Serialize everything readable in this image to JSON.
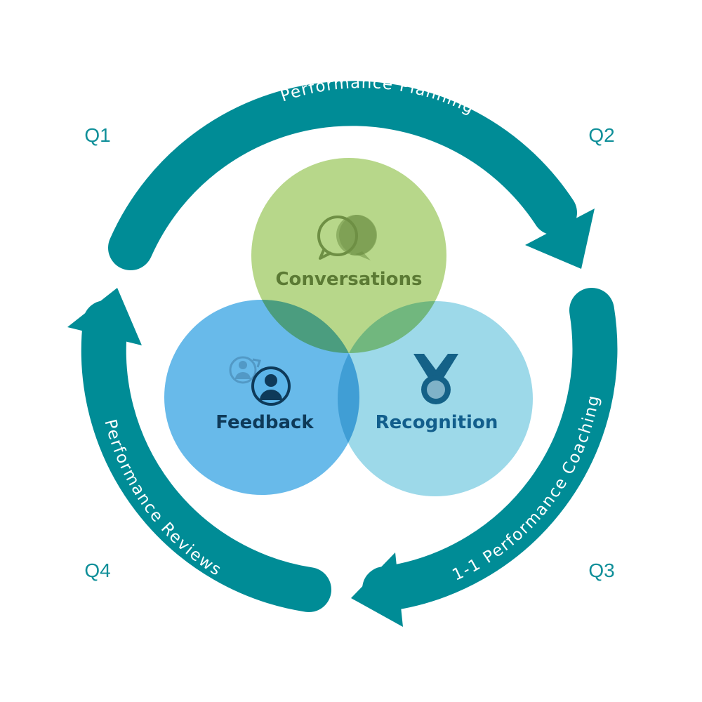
{
  "colors": {
    "arrow": "#008c96",
    "quarter_label": "#0f8f99",
    "conversations_fill": "#b7d78a",
    "conversations_text": "#5b7a34",
    "conversations_icon": "#6e8f44",
    "feedback_fill": "#5cb5e9",
    "feedback_text": "#0e3a59",
    "recognition_fill": "#8cd2e6",
    "recognition_text": "#125e8c",
    "medal": "#146187"
  },
  "quarters": {
    "q1": "Q1",
    "q2": "Q2",
    "q3": "Q3",
    "q4": "Q4"
  },
  "arrows": {
    "top": "Performance Planning",
    "right": "1-1 Performance Coaching",
    "left": "Performance Reviews"
  },
  "circles": {
    "conversations": {
      "label": "Conversations",
      "icon": "speech-bubbles-icon"
    },
    "feedback": {
      "label": "Feedback",
      "icon": "user-exchange-icon"
    },
    "recognition": {
      "label": "Recognition",
      "icon": "medal-icon"
    }
  }
}
